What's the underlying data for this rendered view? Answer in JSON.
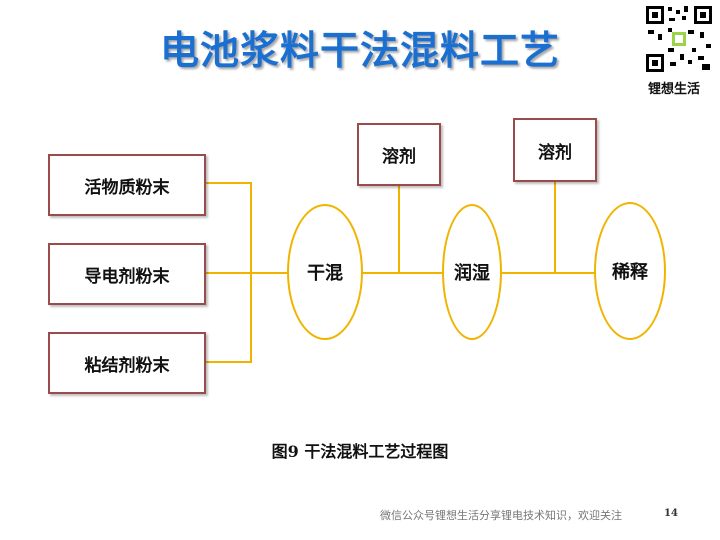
{
  "title": "电池浆料干法混料工艺",
  "brand": "锂想生活",
  "inputs": [
    "活物质粉末",
    "导电剂粉末",
    "粘结剂粉末"
  ],
  "stages": [
    "干混",
    "润湿",
    "稀释"
  ],
  "solvents": [
    "溶剂",
    "溶剂"
  ],
  "caption": "图9  干法混料工艺过程图",
  "footer": "微信公众号锂想生活分享锂电技术知识，欢迎关注",
  "page_number": "14",
  "colors": {
    "title": "#1b6fd0",
    "connector": "#f0b400",
    "box_border": "#9a4c4c"
  }
}
